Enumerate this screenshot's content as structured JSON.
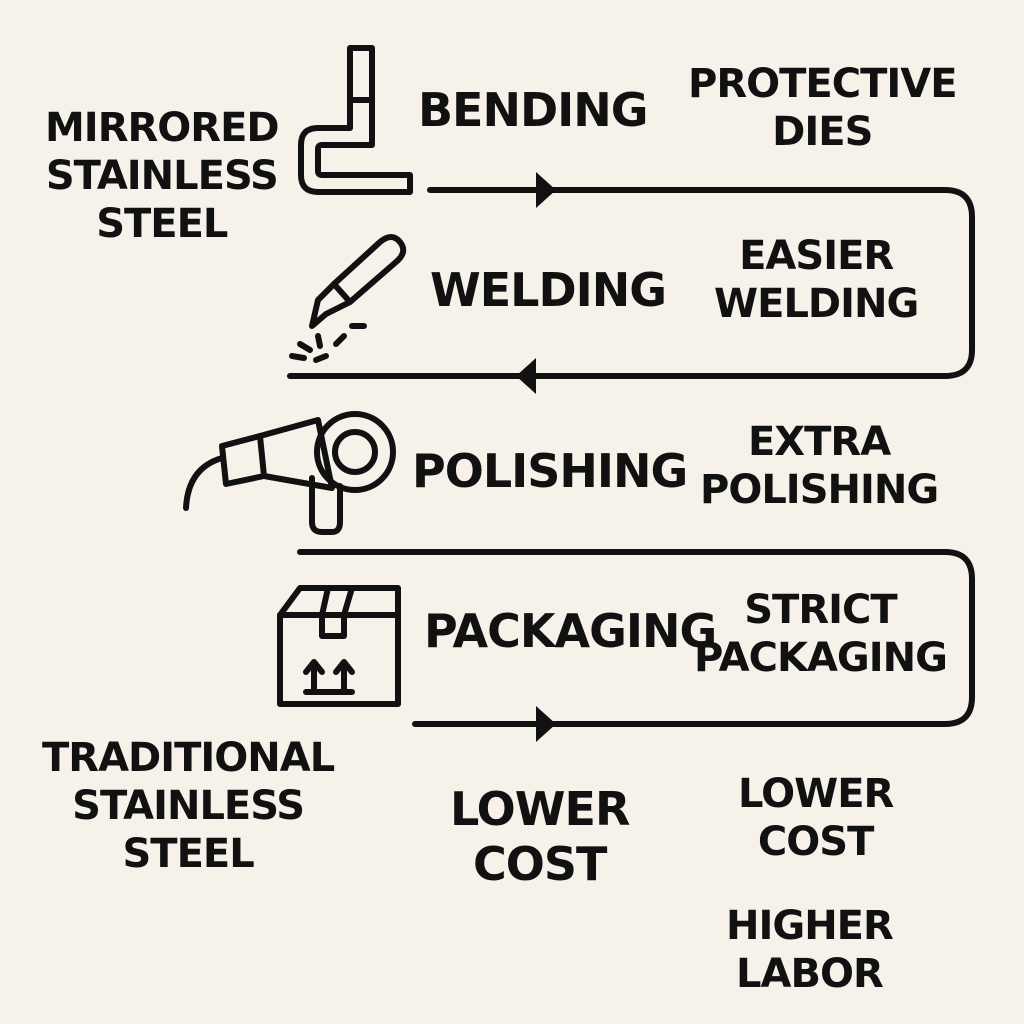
{
  "materials": {
    "mirrored": [
      "MIRRORED",
      "STAINLESS",
      "STEEL"
    ],
    "traditional": [
      "TRADITIONAL",
      "STAINLESS",
      "STEEL"
    ]
  },
  "steps": [
    {
      "label": "BENDING",
      "icon": "bent-tube-icon",
      "benefit": [
        "PROTECTIVE",
        "DIES"
      ]
    },
    {
      "label": "WELDING",
      "icon": "welding-torch-icon",
      "benefit": [
        "EASIER",
        "WELDING"
      ]
    },
    {
      "label": "POLISHING",
      "icon": "angle-grinder-icon",
      "benefit": [
        "EXTRA",
        "POLISHING"
      ]
    },
    {
      "label": "PACKAGING",
      "icon": "shipping-box-icon",
      "benefit": [
        "STRICT",
        "PACKAGING"
      ]
    }
  ],
  "outcomes": {
    "left": [
      "LOWER",
      "COST"
    ],
    "right_cost": [
      "LOWER",
      "COST"
    ],
    "right_labor": [
      "HIGHER",
      "LABOR"
    ]
  },
  "colors": {
    "background": "#f6f2ea",
    "ink": "#111111"
  }
}
